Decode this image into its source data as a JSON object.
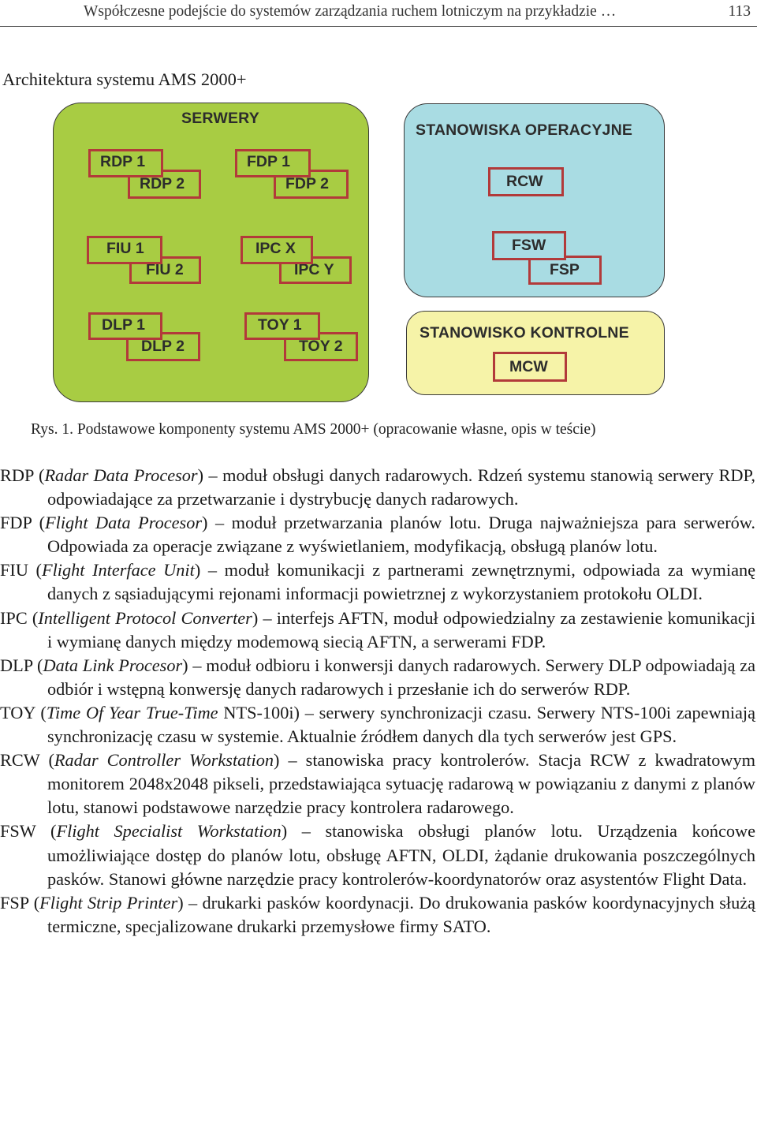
{
  "running_header": {
    "title": "Współczesne podejście do systemów zarządzania ruchem lotniczym na przykładzie …",
    "page_number": "113"
  },
  "section_title": "Architektura systemu AMS 2000+",
  "diagram": {
    "servers": {
      "label": "SERWERY",
      "boxes": [
        "RDP 1",
        "RDP 2",
        "FDP 1",
        "FDP 2",
        "FIU 1",
        "FIU 2",
        "IPC X",
        "IPC Y",
        "DLP 1",
        "DLP 2",
        "TOY 1",
        "TOY 2"
      ]
    },
    "operator_stations": {
      "label": "STANOWISKA OPERACYJNE",
      "boxes": [
        "RCW",
        "FSW",
        "FSP"
      ]
    },
    "control_station": {
      "label": "STANOWISKO KONTROLNE",
      "boxes": [
        "MCW"
      ]
    },
    "colors": {
      "servers_fill": "#a8cc43",
      "operator_fill": "#a9dce3",
      "control_fill": "#f6f3a8",
      "box_border": "#b23a3a"
    }
  },
  "caption": "Rys. 1. Podstawowe komponenty systemu AMS 2000+ (opracowanie własne, opis w teście)",
  "definitions": [
    {
      "term": "RDP",
      "open": " (",
      "expansion": "Radar Data Procesor",
      "description": ") – moduł obsługi danych radarowych. Rdzeń systemu stanowią serwery RDP, odpowiadające za przetwarzanie i dystrybucję danych radarowych."
    },
    {
      "term": "FDP",
      "open": " (",
      "expansion": "Flight Data Procesor",
      "description": ") – moduł przetwarzania planów lotu. Druga najważniejsza para serwerów. Odpowiada za operacje związane z wyświetlaniem, modyfikacją, obsługą planów lotu."
    },
    {
      "term": "FIU",
      "open": " (",
      "expansion": "Flight Interface Unit",
      "description": ") – moduł komunikacji z partnerami zewnętrznymi, odpowiada za wymianę danych z sąsiadującymi rejonami informacji powietrznej z wykorzystaniem protokołu OLDI."
    },
    {
      "term": "IPC",
      "open": " (",
      "expansion": "Intelligent Protocol Converter",
      "description": ") – interfejs AFTN, moduł odpowiedzialny za zestawienie komunikacji i wymianę danych między modemową siecią AFTN, a serwerami FDP."
    },
    {
      "term": "DLP",
      "open": " (",
      "expansion": "Data Link Procesor",
      "description": ") – moduł odbioru i konwersji danych radarowych. Serwery DLP odpowiadają za odbiór i wstępną konwersję danych radarowych i przesłanie ich do serwerów RDP."
    },
    {
      "term": "TOY",
      "open": " (",
      "expansion": "Time Of Year True-Time",
      "description": " NTS-100i) – serwery synchronizacji czasu. Serwery NTS-100i zapewniają synchronizację czasu w systemie. Aktualnie źródłem danych dla tych serwerów jest GPS."
    },
    {
      "term": "RCW",
      "open": " (",
      "expansion": "Radar Controller Workstation",
      "description": ") – stanowiska pracy kontrolerów. Stacja RCW z kwadratowym monitorem 2048x2048 pikseli, przedstawiająca sytuację radarową w powiązaniu z danymi z planów lotu, stanowi podstawowe narzędzie pracy kontrolera radarowego."
    },
    {
      "term": "FSW",
      "open": " (",
      "expansion": "Flight Specialist Workstation",
      "description": ") – stanowiska obsługi planów lotu. Urządzenia końcowe umożliwiające dostęp do planów lotu, obsługę AFTN, OLDI, żądanie drukowania poszczególnych pasków. Stanowi główne narzędzie pracy kontrolerów-koordynatorów oraz asystentów Flight Data."
    },
    {
      "term": "FSP",
      "open": " (",
      "expansion": "Flight Strip Printer",
      "description": ") – drukarki pasków koordynacji. Do drukowania pasków koordynacyjnych służą termiczne, specjalizowane drukarki przemysłowe firmy SATO."
    }
  ]
}
